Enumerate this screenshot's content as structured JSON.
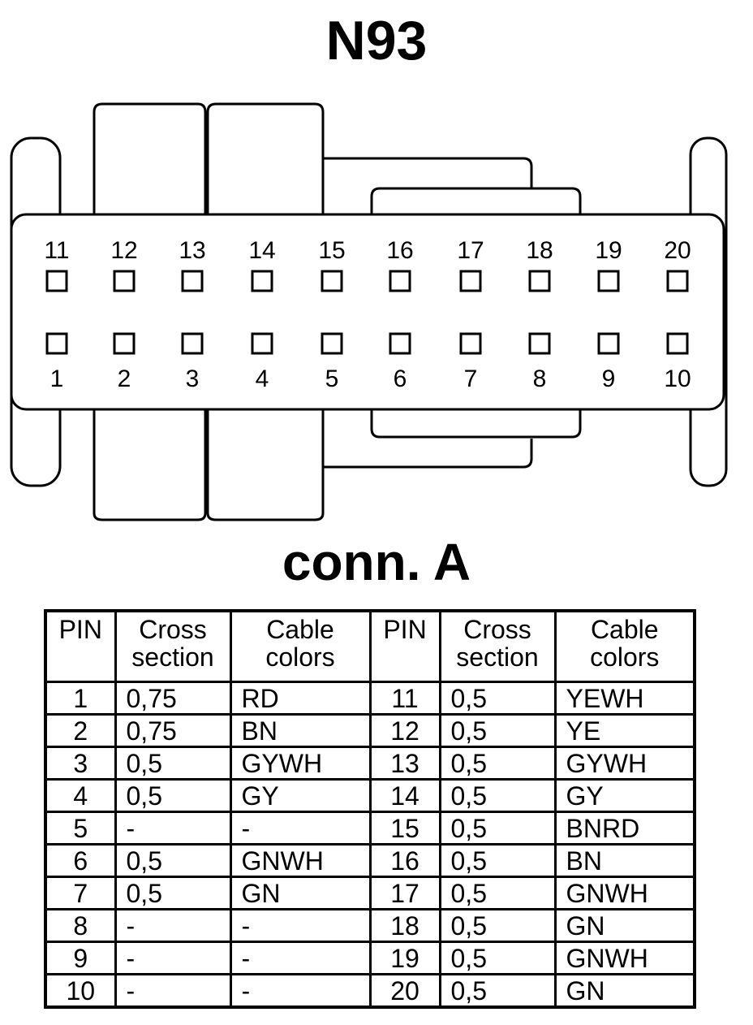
{
  "title": "N93",
  "subtitle": "conn. A",
  "connector": {
    "top_pins": [
      "11",
      "12",
      "13",
      "14",
      "15",
      "16",
      "17",
      "18",
      "19",
      "20"
    ],
    "bottom_pins": [
      "1",
      "2",
      "3",
      "4",
      "5",
      "6",
      "7",
      "8",
      "9",
      "10"
    ]
  },
  "table": {
    "headers": {
      "pin": "PIN",
      "cross_line1": "Cross",
      "cross_line2": "section",
      "color_line1": "Cable",
      "color_line2": "colors"
    },
    "rows": [
      {
        "pin_a": "1",
        "cross_a": "0,75",
        "color_a": "RD",
        "pin_b": "11",
        "cross_b": "0,5",
        "color_b": "YEWH"
      },
      {
        "pin_a": "2",
        "cross_a": "0,75",
        "color_a": "BN",
        "pin_b": "12",
        "cross_b": "0,5",
        "color_b": "YE"
      },
      {
        "pin_a": "3",
        "cross_a": "0,5",
        "color_a": "GYWH",
        "pin_b": "13",
        "cross_b": "0,5",
        "color_b": "GYWH"
      },
      {
        "pin_a": "4",
        "cross_a": "0,5",
        "color_a": "GY",
        "pin_b": "14",
        "cross_b": "0,5",
        "color_b": "GY"
      },
      {
        "pin_a": "5",
        "cross_a": "-",
        "color_a": "-",
        "pin_b": "15",
        "cross_b": "0,5",
        "color_b": "BNRD"
      },
      {
        "pin_a": "6",
        "cross_a": "0,5",
        "color_a": "GNWH",
        "pin_b": "16",
        "cross_b": "0,5",
        "color_b": "BN"
      },
      {
        "pin_a": "7",
        "cross_a": "0,5",
        "color_a": "GN",
        "pin_b": "17",
        "cross_b": "0,5",
        "color_b": "GNWH"
      },
      {
        "pin_a": "8",
        "cross_a": "-",
        "color_a": "-",
        "pin_b": "18",
        "cross_b": "0,5",
        "color_b": "GN"
      },
      {
        "pin_a": "9",
        "cross_a": "-",
        "color_a": "-",
        "pin_b": "19",
        "cross_b": "0,5",
        "color_b": "GNWH"
      },
      {
        "pin_a": "10",
        "cross_a": "-",
        "color_a": "-",
        "pin_b": "20",
        "cross_b": "0,5",
        "color_b": "GN"
      }
    ]
  }
}
